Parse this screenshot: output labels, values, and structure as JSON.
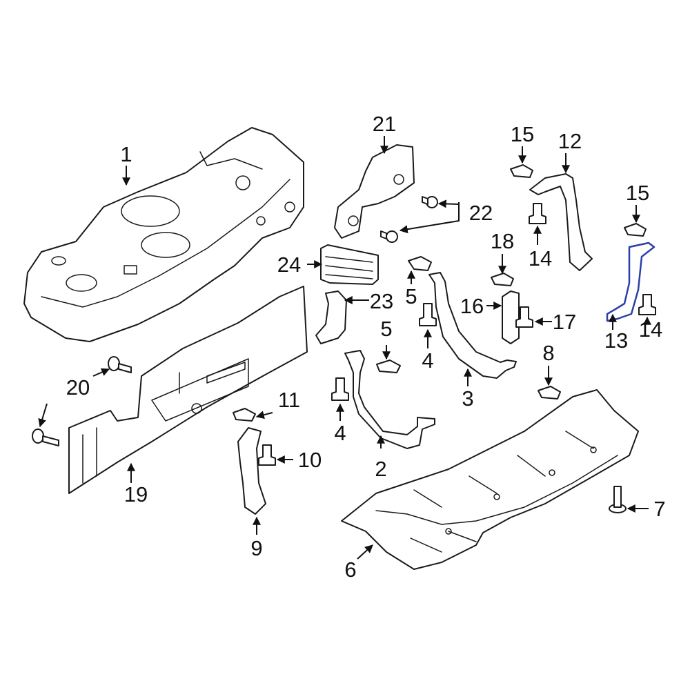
{
  "diagram": {
    "callouts": {
      "c1": "1",
      "c2": "2",
      "c3": "3",
      "c4a": "4",
      "c4b": "4",
      "c5a": "5",
      "c5b": "5",
      "c6": "6",
      "c7": "7",
      "c8": "8",
      "c9": "9",
      "c10": "10",
      "c11": "11",
      "c12": "12",
      "c13": "13",
      "c14a": "14",
      "c14b": "14",
      "c15a": "15",
      "c15b": "15",
      "c16": "16",
      "c17": "17",
      "c18": "18",
      "c19": "19",
      "c20": "20",
      "c21": "21",
      "c22": "22",
      "c23": "23",
      "c24": "24"
    },
    "colors": {
      "line": "#1a1a1a",
      "highlight": "#2b3fa8",
      "background": "#ffffff"
    },
    "highlighted_part": "13"
  }
}
